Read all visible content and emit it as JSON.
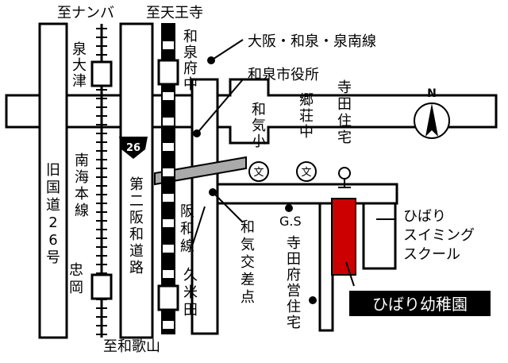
{
  "labels": {
    "to_namba": "至ナンバ",
    "to_tennoji": "至天王寺",
    "to_wakayama": "至和歌山",
    "izumi_otsu": "泉大津",
    "izumi_fuchu": "和泉府中",
    "kyu_kokudo": "旧国道26号",
    "nankai_line": "南海本線",
    "daini_hanwa": "第二阪和道路",
    "hanwa_line": "阪和線",
    "tadaoka": "忠岡",
    "kume_da": "久米田",
    "osaka_izumi_line": "大阪・和泉・泉南線",
    "city_hall": "和泉市役所",
    "wake_sho": "和気小",
    "gosho_chu": "郷荘中",
    "terada_jutaku": "寺田住宅",
    "wake_crossing": "和気交差点",
    "gs": "G.S",
    "terada_fuei": "寺田府営住宅",
    "hibari_swimming": [
      "ひばり",
      "スイミング",
      "スクール"
    ],
    "school_mark": "文",
    "route_number": "26",
    "north": "N"
  },
  "kindergarten": {
    "name": "ひばり幼稚園",
    "color": "#cc0000"
  }
}
